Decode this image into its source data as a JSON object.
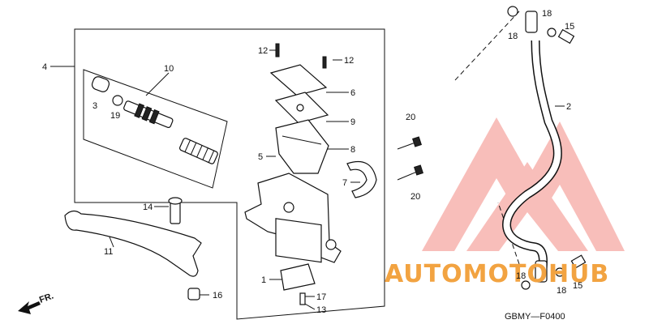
{
  "diagram": {
    "code": "GBMY—F0400",
    "direction_label": "FR.",
    "callouts": [
      {
        "id": "c4",
        "text": "4"
      },
      {
        "id": "c10",
        "text": "10"
      },
      {
        "id": "c3",
        "text": "3"
      },
      {
        "id": "c19",
        "text": "19"
      },
      {
        "id": "c12a",
        "text": "12"
      },
      {
        "id": "c12b",
        "text": "12"
      },
      {
        "id": "c6",
        "text": "6"
      },
      {
        "id": "c9",
        "text": "9"
      },
      {
        "id": "c5",
        "text": "5"
      },
      {
        "id": "c8",
        "text": "8"
      },
      {
        "id": "c7",
        "text": "7"
      },
      {
        "id": "c20a",
        "text": "20"
      },
      {
        "id": "c20b",
        "text": "20"
      },
      {
        "id": "c14",
        "text": "14"
      },
      {
        "id": "c11",
        "text": "11"
      },
      {
        "id": "c16",
        "text": "16"
      },
      {
        "id": "c1",
        "text": "1"
      },
      {
        "id": "c17",
        "text": "17"
      },
      {
        "id": "c13",
        "text": "13"
      },
      {
        "id": "c18a",
        "text": "18"
      },
      {
        "id": "c18b",
        "text": "18"
      },
      {
        "id": "c15a",
        "text": "15"
      },
      {
        "id": "c2",
        "text": "2"
      },
      {
        "id": "c18c",
        "text": "18"
      },
      {
        "id": "c18d",
        "text": "18"
      },
      {
        "id": "c15b",
        "text": "15"
      }
    ]
  },
  "watermark": {
    "text": "AUTOMOTOHUB",
    "colors": {
      "red": "#e8403a",
      "orange": "#f2a341"
    }
  }
}
